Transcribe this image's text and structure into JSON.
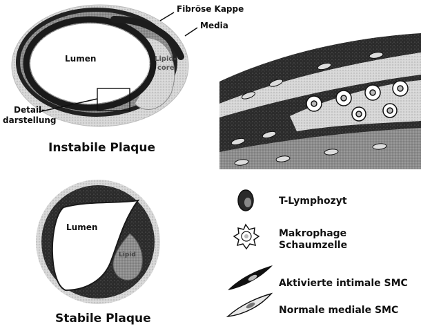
{
  "unstable": {
    "labels": {
      "fibrous_cap": "Fibröse Kappe",
      "media": "Media",
      "lumen": "Lumen",
      "lipid_core_1": "Lipid-",
      "lipid_core_2": "core",
      "detail_1": "Detail-",
      "detail_2": "darstellung"
    },
    "caption": "Instabile Plaque"
  },
  "stable": {
    "labels": {
      "lumen": "Lumen",
      "lipid": "Lipid"
    },
    "caption": "Stabile Plaque"
  },
  "legend": {
    "t_lymphocyte": "T-Lymphozyt",
    "macrophage_1": "Makrophage",
    "macrophage_2": "Schaumzelle",
    "activated_smc": "Aktivierte intimale SMC",
    "normal_smc": "Normale mediale SMC"
  },
  "colors": {
    "outer_wall": "#2a2a2a",
    "core_gray": "#9a9a9a",
    "stipple": "#7a7a7a",
    "ink": "#111111"
  }
}
